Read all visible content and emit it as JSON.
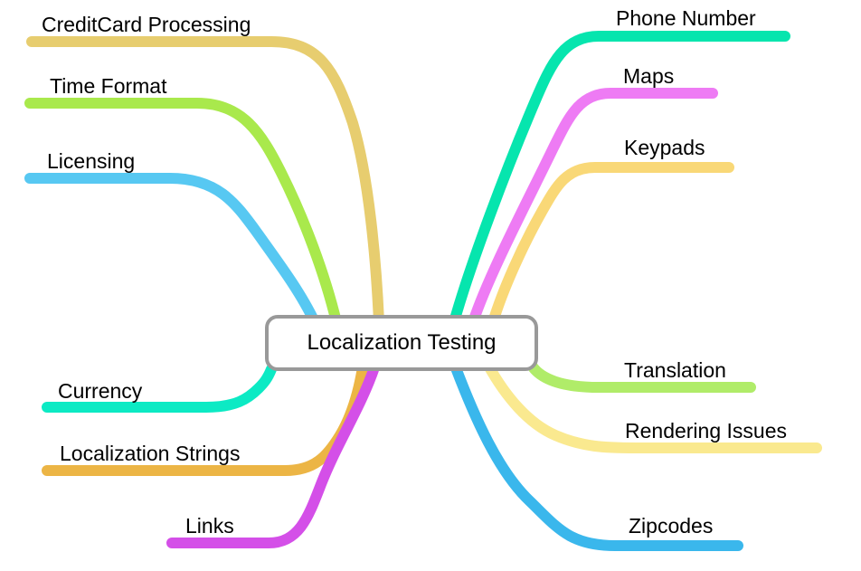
{
  "canvas": {
    "background": "#ffffff"
  },
  "central_node": {
    "label": "Localization Testing",
    "border_color": "#999999",
    "background": "#ffffff",
    "text_color": "#000000"
  },
  "branches": [
    {
      "id": "creditcard-processing",
      "label": "CreditCard Processing",
      "color": "#e7cd6f",
      "side": "left"
    },
    {
      "id": "time-format",
      "label": "Time Format",
      "color": "#a9e94c",
      "side": "left"
    },
    {
      "id": "licensing",
      "label": "Licensing",
      "color": "#57c8f2",
      "side": "left"
    },
    {
      "id": "currency",
      "label": "Currency",
      "color": "#0ceac4",
      "side": "left"
    },
    {
      "id": "localization-strings",
      "label": "Localization Strings",
      "color": "#ecb545",
      "side": "left"
    },
    {
      "id": "links",
      "label": "Links",
      "color": "#d44fe8",
      "side": "left"
    },
    {
      "id": "phone-number",
      "label": "Phone Number",
      "color": "#06e5ae",
      "side": "right"
    },
    {
      "id": "maps",
      "label": "Maps",
      "color": "#ee7bf4",
      "side": "right"
    },
    {
      "id": "keypads",
      "label": "Keypads",
      "color": "#f9d877",
      "side": "right"
    },
    {
      "id": "translation",
      "label": "Translation",
      "color": "#b0ec69",
      "side": "right"
    },
    {
      "id": "rendering-issues",
      "label": "Rendering Issues",
      "color": "#fae98f",
      "side": "right"
    },
    {
      "id": "zipcodes",
      "label": "Zipcodes",
      "color": "#3ab7ec",
      "side": "right"
    }
  ]
}
